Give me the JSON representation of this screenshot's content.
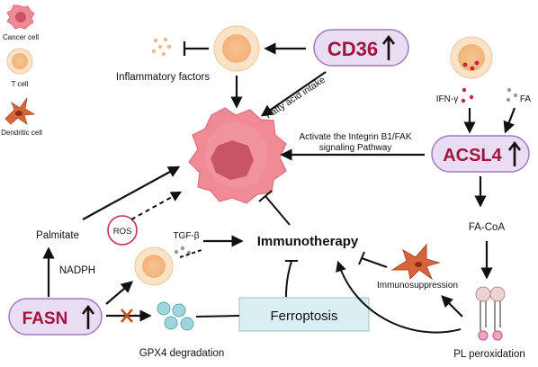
{
  "legend": {
    "cancer_cell": "Cancer cell",
    "t_cell": "T cell",
    "dendritic_cell": "Dendritic cell"
  },
  "nodes": {
    "cd36": "CD36",
    "acsl4": "ACSL4",
    "fasn": "FASN",
    "ferroptosis": "Ferroptosis",
    "immunotherapy": "Immunotherapy",
    "ros": "ROS"
  },
  "labels": {
    "inflammatory_factors": "Inflammatory factors",
    "fatty_acid_intake": "Fatty acid intake",
    "activate_line1": "Activate the Integrin B1/FAK",
    "activate_line2": "signaling Pathway",
    "ifn_gamma": "IFN-γ",
    "fa": "FA",
    "fa_coa": "FA-CoA",
    "pl_peroxidation": "PL peroxidation",
    "immunosuppression": "Immunosuppression",
    "palmitate": "Palmitate",
    "nadph": "NADPH",
    "tgf_beta": "TGF-β",
    "gpx4_degradation": "GPX4 degradation"
  },
  "colors": {
    "pill_fill": "#eadcf2",
    "pill_stroke": "#9d7bbd",
    "pill_text": "#a4123f",
    "tcell_outer": "#fbe3c8",
    "tcell_inner": "#f6c08c",
    "tumor": "#f08a94",
    "tumor_core": "#c85564",
    "dendritic": "#d8643a",
    "ferroptosis_box": "#dbeef1",
    "gpx4_circle": "#9fd6de",
    "cross": "#c0521e"
  },
  "icons": {
    "up_arrow": "up-arrow-icon",
    "inhibit": "inhibition-tbar-icon",
    "blocked": "cross-x-icon"
  }
}
